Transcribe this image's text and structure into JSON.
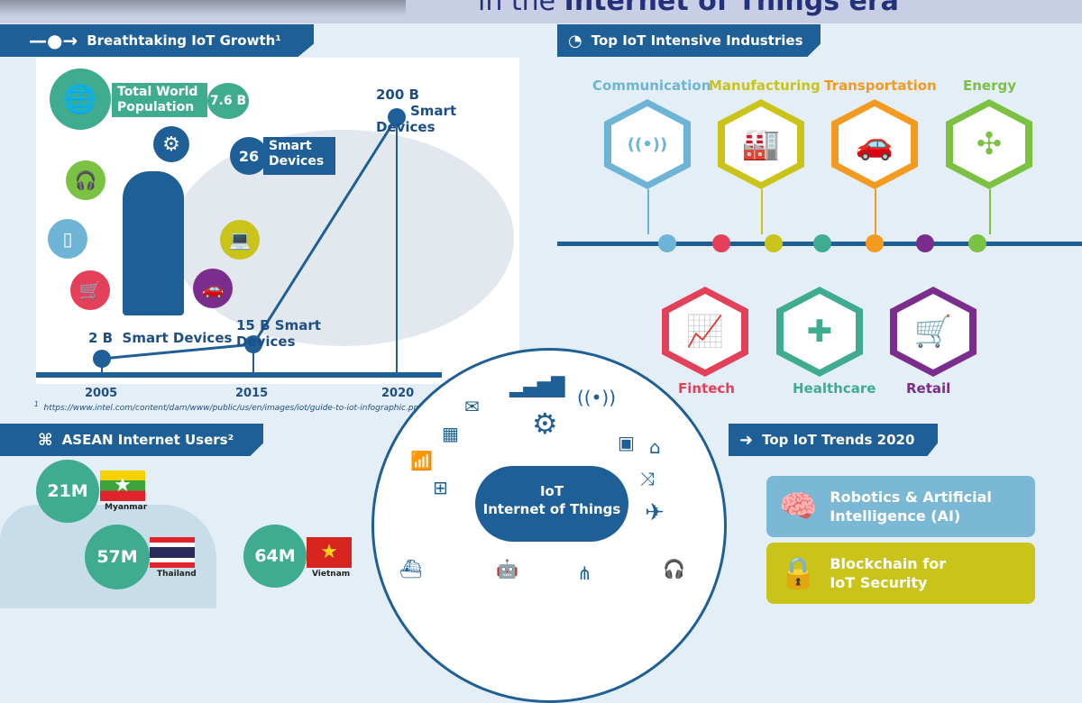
{
  "header": {
    "title_part": "in the ",
    "title_bold": "Internet of Things era"
  },
  "growth": {
    "tab": "Breathtaking IoT Growth¹",
    "population_label": "Total World Population",
    "population_value": "7.6 B",
    "devices_2015_box": {
      "value": "26",
      "label": "Smart Devices"
    },
    "points": [
      {
        "year": "2005",
        "value": "2 B",
        "label": "Smart Devices"
      },
      {
        "year": "2015",
        "value": "15 B",
        "label": "Smart Devices"
      },
      {
        "year": "2020",
        "value": "200 B",
        "label": "Smart Devices"
      }
    ],
    "footnote_mark": "1",
    "footnote": "https://www.intel.com/content/dam/www/public/us/en/images/iot/guide-to-iot-infographic.png"
  },
  "industries": {
    "tab": "Top IoT Intensive Industries",
    "top": [
      {
        "name": "Communication",
        "color": "#6db4d6",
        "icon": "wifi-signal-icon",
        "glyph": "((•))"
      },
      {
        "name": "Manufacturing",
        "color": "#c9c31a",
        "icon": "factory-icon",
        "glyph": "🏭"
      },
      {
        "name": "Transportation",
        "color": "#f39a1f",
        "icon": "cars-icon",
        "glyph": "🚗"
      },
      {
        "name": "Energy",
        "color": "#7cc242",
        "icon": "wind-turbine-icon",
        "glyph": "✣"
      }
    ],
    "bottom": [
      {
        "name": "Fintech",
        "color": "#e5405a",
        "icon": "chart-growth-icon",
        "glyph": "📈"
      },
      {
        "name": "Healthcare",
        "color": "#3fab8f",
        "icon": "medical-kit-icon",
        "glyph": "✚"
      },
      {
        "name": "Retail",
        "color": "#7b2d8e",
        "icon": "shopping-cart-icon",
        "glyph": "🛒"
      }
    ],
    "dot_colors": [
      "#6db4d6",
      "#e5405a",
      "#c9c31a",
      "#3fab8f",
      "#f39a1f",
      "#7b2d8e",
      "#7cc242"
    ]
  },
  "asean": {
    "tab": "ASEAN Internet Users²",
    "countries": [
      {
        "value": "21M",
        "name": "Myanmar"
      },
      {
        "value": "57M",
        "name": "Thailand"
      },
      {
        "value": "64M",
        "name": "Vietnam"
      }
    ]
  },
  "iot": {
    "line1": "IoT",
    "line2": "Internet of Things"
  },
  "trends": {
    "tab": "Top IoT Trends 2020",
    "items": [
      {
        "label": "Robotics & Artificial Intelligence (AI)",
        "color": "#7ab8d6",
        "icon": "brain-icon",
        "glyph": "🧠"
      },
      {
        "label": "Blockchain for IoT Security",
        "color": "#c9c31a",
        "icon": "padlock-icon",
        "glyph": "🔒"
      }
    ]
  }
}
